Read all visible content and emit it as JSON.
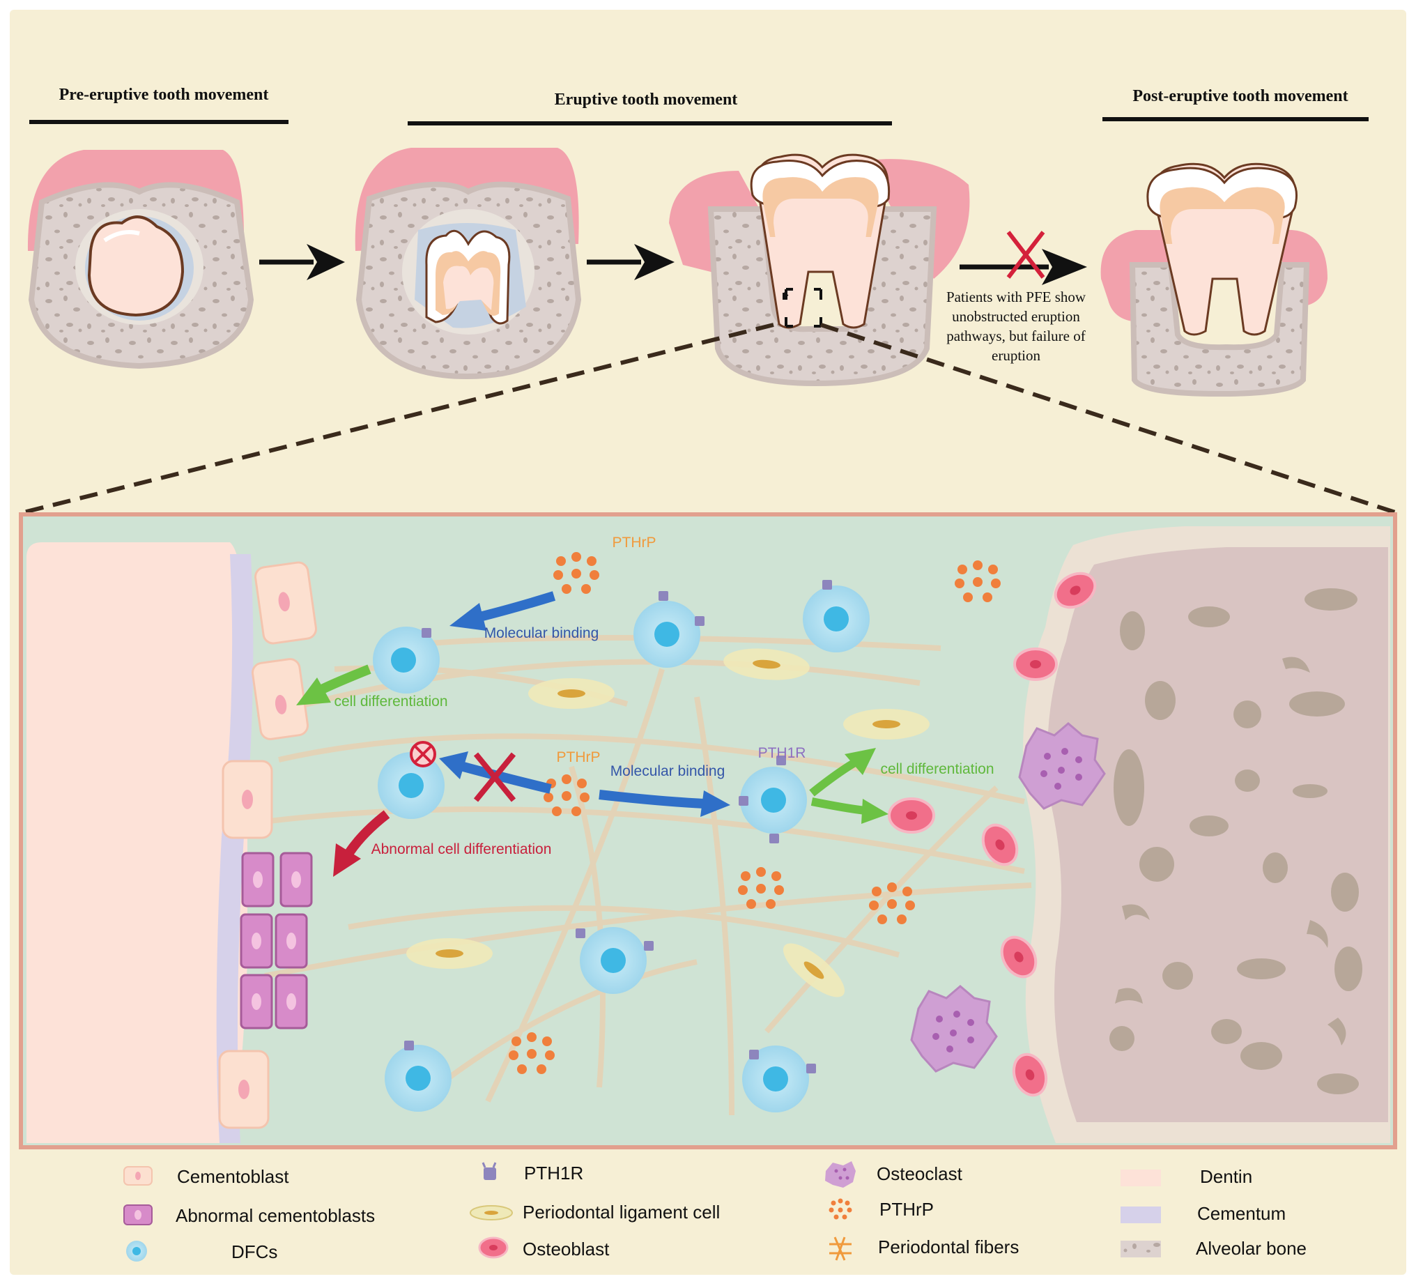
{
  "stages": {
    "pre_eruptive": "Pre-eruptive tooth movement",
    "eruptive": "Eruptive tooth movement",
    "post_eruptive": "Post-eruptive tooth movement"
  },
  "pfe_note": [
    "Patients with PFE show",
    "unobstructed eruption",
    "pathways, but failure of",
    "eruption"
  ],
  "detail_labels": {
    "pthrp_top": "PTHrP",
    "pthrp_mid": "PTHrP",
    "pth1r": "PTH1R",
    "binding_top": "Molecular binding",
    "binding_mid": "Molecular binding",
    "diff_left": "cell differentiation",
    "diff_right": "cell differentiation",
    "abnormal_diff": "Abnormal cell differentiation"
  },
  "legend": {
    "cementoblast": "Cementoblast",
    "abnormal_cementoblasts": "Abnormal cementoblasts",
    "dfcs": "DFCs",
    "pth1r": "PTH1R",
    "pdl_cell": "Periodontal ligament cell",
    "osteoblast": "Osteoblast",
    "osteoclast": "Osteoclast",
    "pthrp": "PTHrP",
    "pdl_fibers": "Periodontal fibers",
    "dentin": "Dentin",
    "cementum": "Cementum",
    "alveolar_bone": "Alveolar bone"
  },
  "colors": {
    "background": "#f6efd5",
    "gingiva": "#f2a1ac",
    "bone": "#ddd2cf",
    "bone_spot": "#b6a8a2",
    "dentin": "#fde2d8",
    "enamel": "#ffffff",
    "pulp_layer": "#f6c9a3",
    "follicle": "#c5d2e2",
    "pdl_space": "#cfe3d4",
    "frame": "#e2a08e",
    "dfc": "#a8dcef",
    "dfc_nucleus": "#3fb8e4",
    "pthrp_dot": "#f07f3c",
    "osteoblast": "#f16f8a",
    "osteoclast": "#cf9fd3",
    "blue_arrow": "#2f6fc8",
    "green_arrow": "#6cc244",
    "red_arrow": "#c8203c",
    "block_x": "#c8203c"
  }
}
